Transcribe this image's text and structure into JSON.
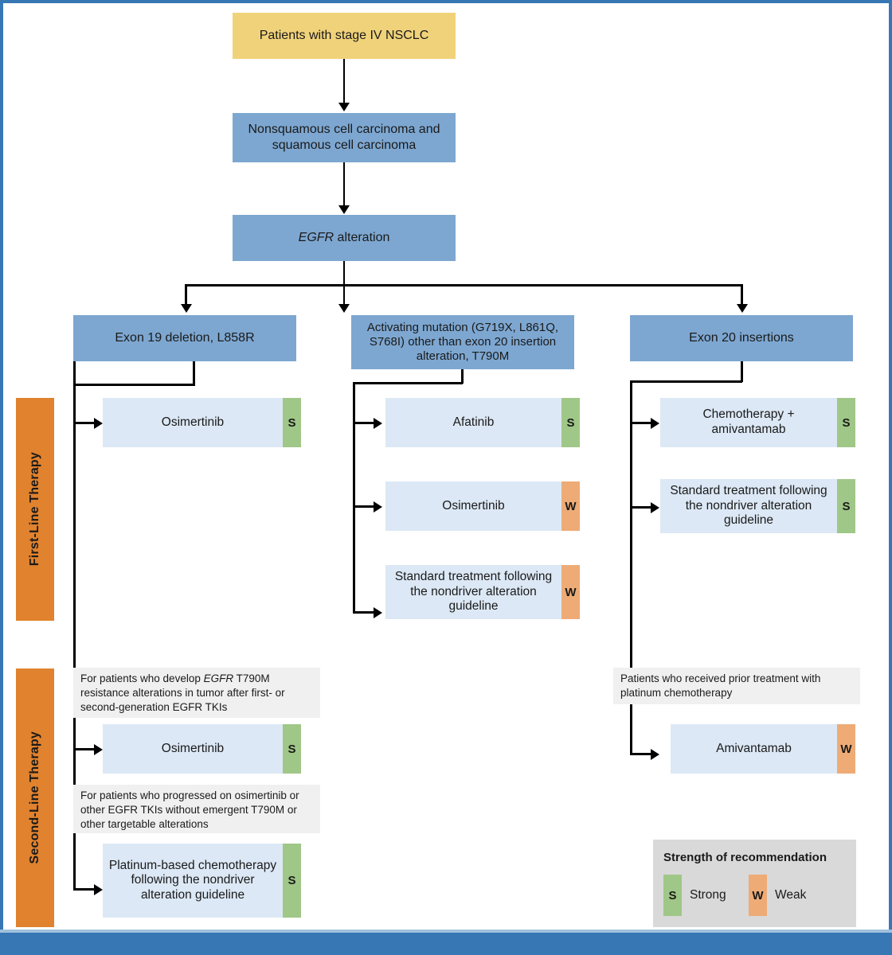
{
  "figure": {
    "title_node": "Patients with stage IV NSCLC",
    "histology_node": "Nonsquamous cell carcinoma and squamous cell carcinoma",
    "alteration_node_em": "EGFR",
    "alteration_node_rest": " alteration"
  },
  "phases": {
    "first_line": "First-Line Therapy",
    "second_line": "Second-Line Therapy"
  },
  "branches": {
    "left": "Exon 19 deletion, L858R",
    "middle": "Activating mutation (G719X, L861Q, S768I) other than exon 20 insertion alteration, T790M",
    "right": "Exon 20 insertions"
  },
  "first_line": {
    "left": [
      {
        "label": "Osimertinib",
        "strength": "S"
      }
    ],
    "middle": [
      {
        "label": "Afatinib",
        "strength": "S"
      },
      {
        "label": "Osimertinib",
        "strength": "W"
      },
      {
        "label": "Standard treatment following the nondriver alteration guideline",
        "strength": "W"
      }
    ],
    "right": [
      {
        "label": "Chemotherapy + amivantamab",
        "strength": "S"
      },
      {
        "label": "Standard treatment following the nondriver alteration guideline",
        "strength": "S"
      }
    ]
  },
  "second_line": {
    "left_note_1_pre": "For patients who develop ",
    "left_note_1_em": "EGFR",
    "left_note_1_post": " T790M resistance alterations in tumor after first- or second-generation EGFR TKIs",
    "left_tx_1": {
      "label": "Osimertinib",
      "strength": "S"
    },
    "left_note_2": "For patients who progressed on osimertinib or other EGFR TKIs without emergent T790M or other targetable alterations",
    "left_tx_2": {
      "label": "Platinum-based chemotherapy following the nondriver alteration guideline",
      "strength": "S"
    },
    "right_note": "Patients who received prior treatment with platinum chemotherapy",
    "right_tx": {
      "label": "Amivantamab",
      "strength": "W"
    }
  },
  "legend": {
    "title": "Strength of recommendation",
    "strong_chip": "S",
    "strong_label": "Strong",
    "weak_chip": "W",
    "weak_label": "Weak"
  },
  "colors": {
    "top_node": "#f0d27a",
    "process_node": "#7da7d1",
    "treatment_node": "#dce8f5",
    "strong": "#9fc787",
    "weak": "#eeab76",
    "phase_bar": "#e0822e",
    "note": "#f0f0f0",
    "legend_bg": "#d9d9d9",
    "frame": "#3677b4"
  }
}
